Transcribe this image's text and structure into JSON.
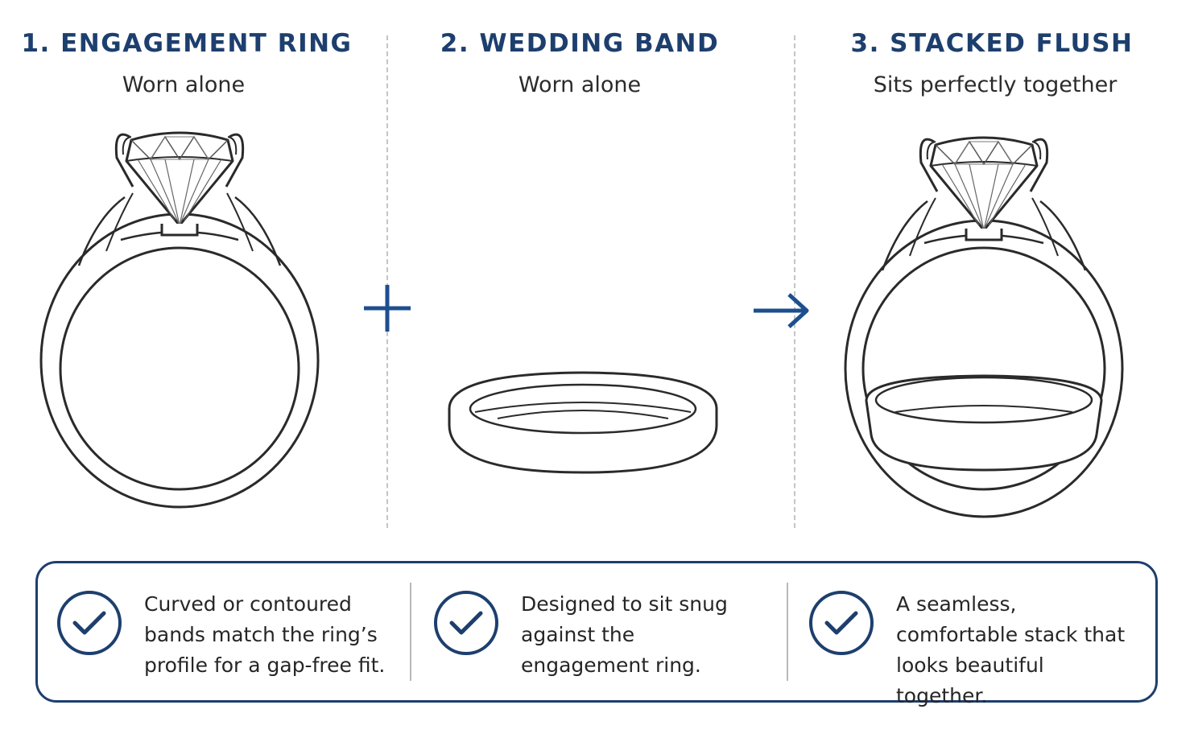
{
  "columns": [
    {
      "title": "1. ENGAGEMENT RING",
      "subtitle": "Worn alone"
    },
    {
      "title": "2. WEDDING BAND",
      "subtitle": "Worn alone"
    },
    {
      "title": "3. STACKED FLUSH",
      "subtitle": "Sits perfectly together"
    }
  ],
  "benefits": [
    {
      "text": "Curved or contoured bands match the ring’s profile for a gap-free fit."
    },
    {
      "text": "Designed to sit snug against the engagement ring."
    },
    {
      "text": "A seamless, comfortable stack that looks beautiful together."
    }
  ],
  "icons": {
    "plus": "plus-icon",
    "arrow": "arrow-right-icon",
    "check": "check-circle-icon"
  },
  "colors": {
    "accent": "#1d3f6e",
    "line": "#2a2a2a",
    "divider": "#c4c4c4"
  }
}
